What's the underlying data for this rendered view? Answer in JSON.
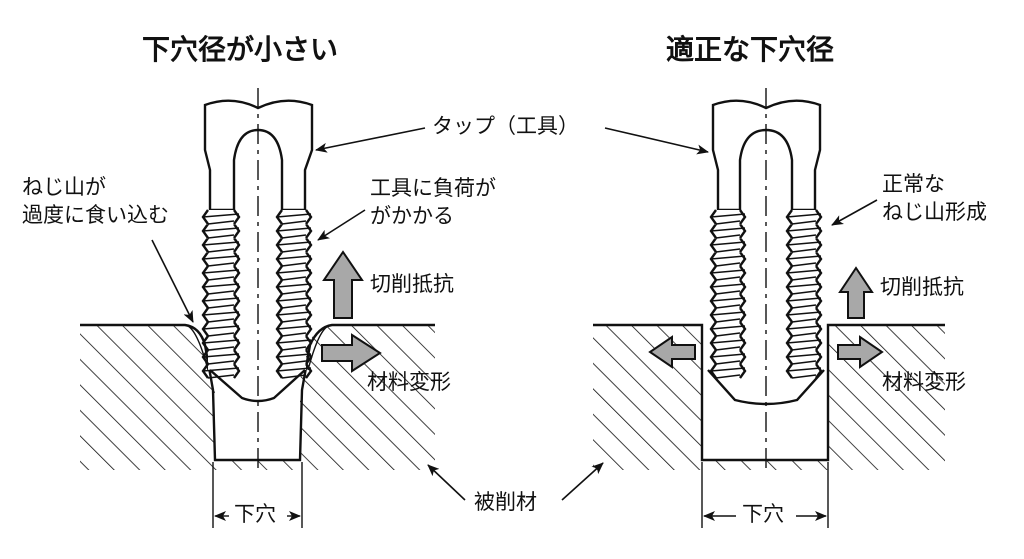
{
  "colors": {
    "ink": "#111111",
    "arrow_fill": "#a8a8a8",
    "background": "#ffffff"
  },
  "panels": [
    {
      "id": "small-hole",
      "title": "下穴径が小さい",
      "labels": {
        "thread_bite": [
          "ねじ山が",
          "過度に食い込む"
        ],
        "tool_load": [
          "工具に負荷が",
          "がかかる"
        ],
        "cutting_resistance": "切削抵抗",
        "material_deformation": "材料変形",
        "pilot_hole": "下穴"
      }
    },
    {
      "id": "proper-hole",
      "title": "適正な下穴径",
      "labels": {
        "normal_thread": [
          "正常な",
          "ねじ山形成"
        ],
        "cutting_resistance": "切削抵抗",
        "material_deformation": "材料変形",
        "pilot_hole": "下穴"
      }
    }
  ],
  "shared_labels": {
    "tap_tool": "タップ（工具）",
    "workpiece": "被削材"
  }
}
